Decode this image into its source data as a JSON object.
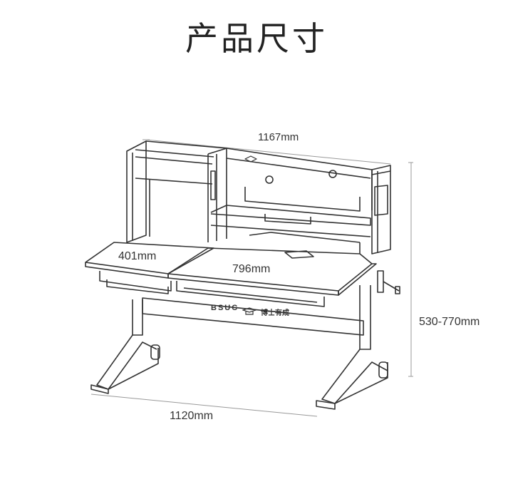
{
  "header": {
    "title": "产品尺寸"
  },
  "dimensions": {
    "overall_width": "1167mm",
    "left_top_width": "401mm",
    "right_top_width": "796mm",
    "height_range": "530-770mm",
    "base_width": "1120mm"
  },
  "desk": {
    "brand_text": "BSUC",
    "brand_cn": "博士有成"
  },
  "colors": {
    "line": "#333333",
    "dim_line": "#999999"
  }
}
